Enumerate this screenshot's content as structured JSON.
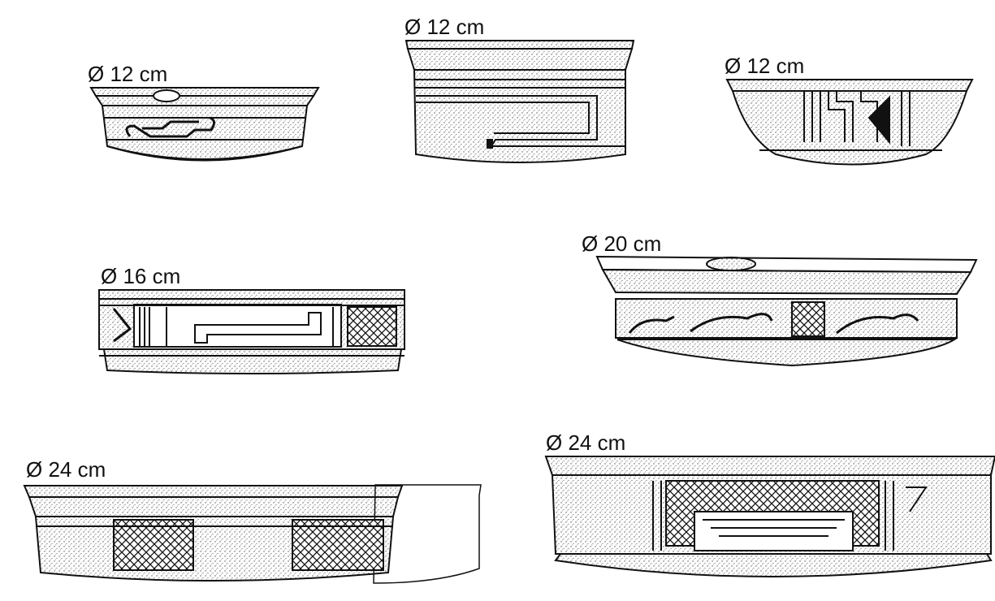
{
  "vessels": [
    {
      "id": "v1",
      "diameter_label": "Ø 12 cm"
    },
    {
      "id": "v2",
      "diameter_label": "Ø 12 cm"
    },
    {
      "id": "v3",
      "diameter_label": "Ø 12 cm"
    },
    {
      "id": "v4",
      "diameter_label": "Ø 16 cm"
    },
    {
      "id": "v5",
      "diameter_label": "Ø 20 cm"
    },
    {
      "id": "v6",
      "diameter_label": "Ø 24 cm"
    },
    {
      "id": "v7",
      "diameter_label": "Ø 24 cm"
    }
  ],
  "colors": {
    "ink": "#111111",
    "stipple": "#555555",
    "paper": "#ffffff"
  }
}
